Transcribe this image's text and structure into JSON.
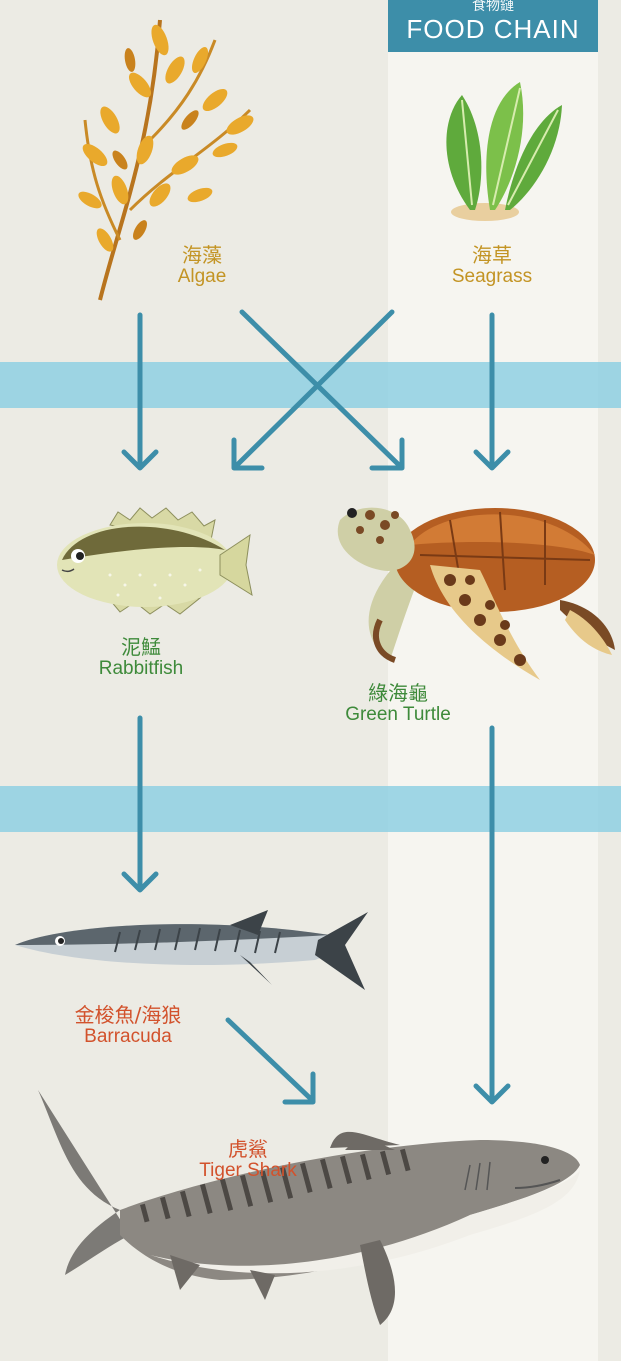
{
  "header": {
    "title_zh": "食物鏈",
    "title_en": "FOOD CHAIN"
  },
  "organisms": {
    "algae": {
      "zh": "海藻",
      "en": "Algae"
    },
    "seagrass": {
      "zh": "海草",
      "en": "Seagrass"
    },
    "rabbitfish": {
      "zh": "泥鯭",
      "en": "Rabbitfish"
    },
    "green_turtle": {
      "zh": "綠海龜",
      "en": "Green Turtle"
    },
    "barracuda": {
      "zh": "金梭魚/海狼",
      "en": "Barracuda"
    },
    "tiger_shark": {
      "zh": "虎鯊",
      "en": "Tiger Shark"
    }
  },
  "colors": {
    "producer_label": "#c39424",
    "herbivore_label": "#3e8a3a",
    "predator_label": "#d2522c",
    "arrow": "#3d8ea9",
    "band": "#8fd0e3"
  }
}
